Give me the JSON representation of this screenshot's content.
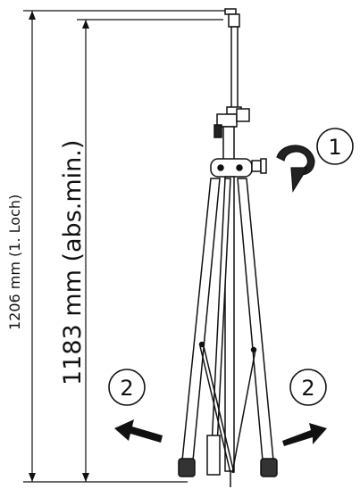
{
  "dimensions": {
    "outer_label": "1206 mm (1. Loch)",
    "inner_label": "1183 mm (abs.min.)"
  },
  "callouts": {
    "rotate_knob_number": "1",
    "leg_left_number": "2",
    "leg_right_number": "2"
  },
  "colors": {
    "line": "#111111",
    "background": "#ffffff"
  },
  "icons": {
    "rotate_arrow": "curved-rotate-arrow-icon",
    "left_arrow": "arrow-left-icon",
    "right_arrow": "arrow-right-icon"
  }
}
